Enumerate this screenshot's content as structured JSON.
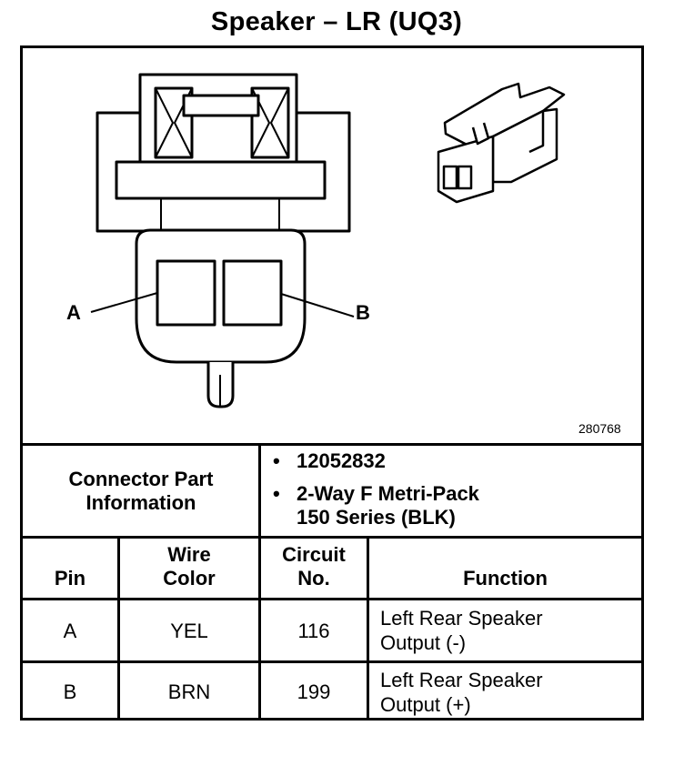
{
  "title": "Speaker – LR (UQ3)",
  "diagram": {
    "pin_a": "A",
    "pin_b": "B",
    "drawing_number": "280768"
  },
  "connector_info": {
    "label_line1": "Connector Part",
    "label_line2": "Information",
    "bullet": "•",
    "part_number": "12052832",
    "description_line1": "2-Way F Metri-Pack",
    "description_line2": "150 Series (BLK)"
  },
  "table": {
    "headers": {
      "pin": "Pin",
      "wire_line1": "Wire",
      "wire_line2": "Color",
      "circuit_line1": "Circuit",
      "circuit_line2": "No.",
      "function": "Function"
    },
    "rows": [
      {
        "pin": "A",
        "wire_color": "YEL",
        "circuit": "116",
        "function_line1": "Left Rear Speaker",
        "function_line2": "Output (-)"
      },
      {
        "pin": "B",
        "wire_color": "BRN",
        "circuit": "199",
        "function_line1": "Left Rear Speaker",
        "function_line2": "Output (+)"
      }
    ]
  }
}
